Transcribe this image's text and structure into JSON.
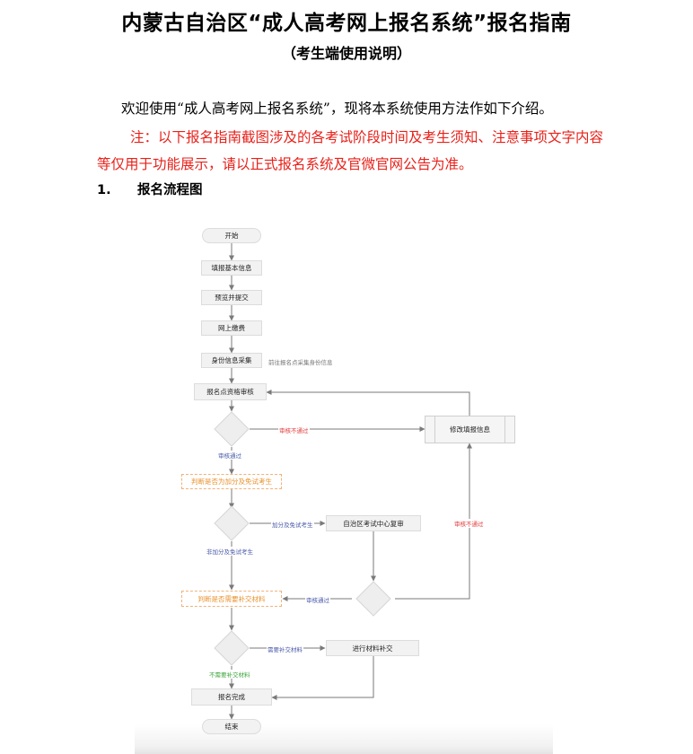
{
  "document": {
    "title": "内蒙古自治区“成人高考网上报名系统”报名指南",
    "subtitle": "（考生端使用说明）",
    "intro": "欢迎使用“成人高考网上报名系统”，现将本系统使用方法作如下介绍。",
    "note": "注：以下报名指南截图涉及的各考试阶段时间及考生须知、注意事项文字内容等仅用于功能展示，请以正式报名系统及官微官网公告为准。",
    "section": {
      "number": "1.",
      "title": "报名流程图"
    }
  },
  "flowchart": {
    "nodes": {
      "start": "开始",
      "fill_basic": "填报基本信息",
      "preview_submit": "预览并提交",
      "pay_online": "网上缴费",
      "id_collect": "身份信息采集",
      "site_review": "报名点资格审核",
      "edit_info": "修改填报信息",
      "judge_bonus": "判断是否为加分及免试考生",
      "region_recheck": "自治区考试中心复审",
      "judge_materials": "判断是否需要补交材料",
      "submit_materials": "进行材料补交",
      "complete": "报名完成",
      "end": "结束"
    },
    "labels": {
      "go_collect": "前往报名点采集身份信息",
      "review_fail_1": "审核不通过",
      "review_pass_1": "审核通过",
      "bonus_yes": "加分及免试考生",
      "bonus_no": "非加分及免试考生",
      "review_fail_2": "审核不通过",
      "review_pass_2": "审核通过",
      "need_materials": "需要补交材料",
      "no_materials": "不需要补交材料"
    },
    "colors": {
      "line": "#7a7a7a",
      "pass": "#4a59a8",
      "fail": "#e23a3a",
      "no_need": "#3aa33a",
      "dashed_node": "#e8912c"
    }
  }
}
